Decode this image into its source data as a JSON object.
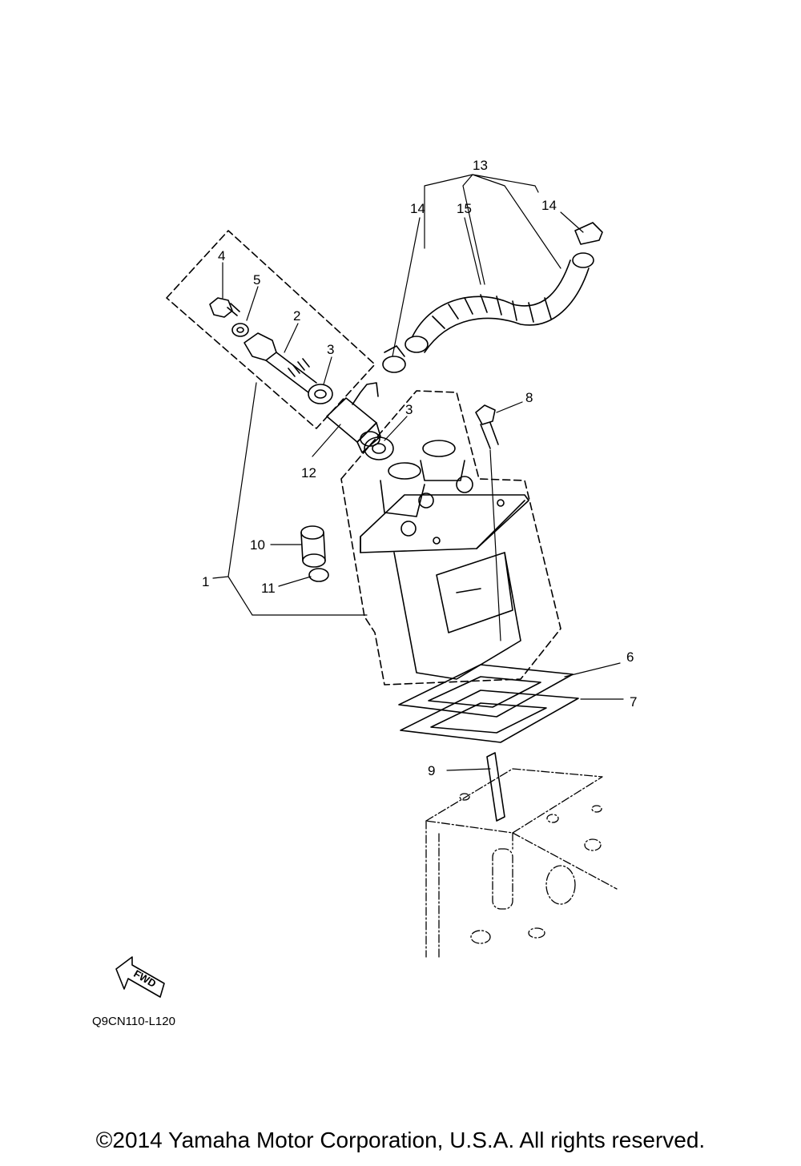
{
  "diagram": {
    "callouts": [
      "1",
      "2",
      "3",
      "3",
      "4",
      "5",
      "6",
      "7",
      "8",
      "9",
      "10",
      "11",
      "12",
      "13",
      "14",
      "14",
      "15"
    ],
    "code": "Q9CN110-L120",
    "fwd_label": "FWD"
  },
  "footer": {
    "copyright": "©2014 Yamaha Motor Corporation, U.S.A. All rights reserved."
  }
}
